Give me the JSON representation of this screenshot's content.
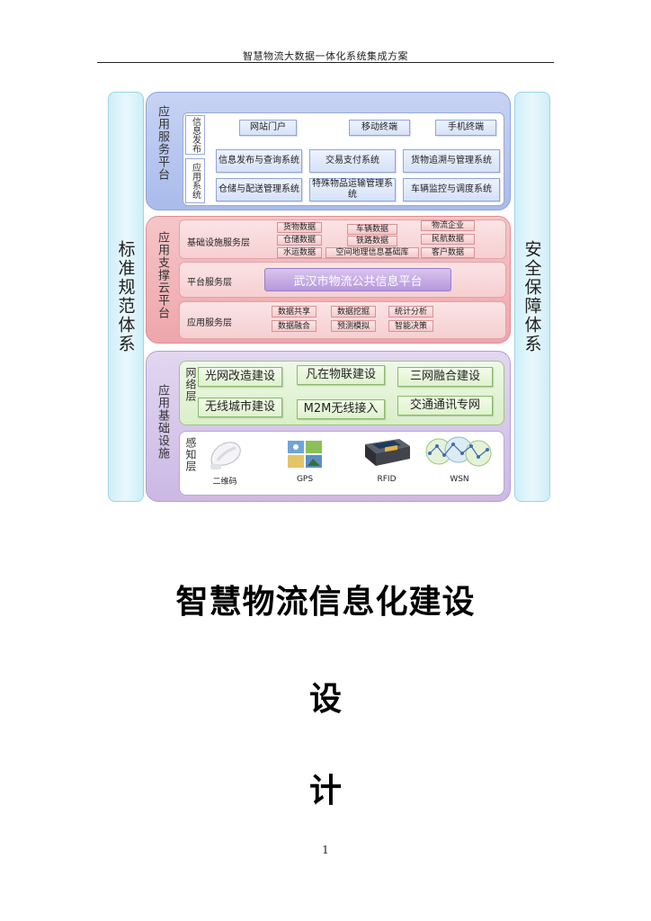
{
  "header": {
    "title": "智慧物流大数据一体化系统集成方案"
  },
  "diagram": {
    "left_column": "标准规范体系",
    "right_column": "安全保障体系",
    "service_layer": {
      "label": "应用服务平台",
      "sub_publish": "信息发布",
      "sub_system": "应用系统",
      "publish_items": [
        "网站门户",
        "移动终端",
        "手机终端"
      ],
      "system_items": [
        "信息发布与查询系统",
        "交易支付系统",
        "货物追溯与管理系统",
        "仓储与配送管理系统",
        "特殊物品运输管理系统",
        "车辆监控与调度系统"
      ]
    },
    "cloud_layer": {
      "label": "应用支撑云平台",
      "infra_row_label": "基础设施服务层",
      "infra_items": [
        "货物数据",
        "车辆数据",
        "物流企业",
        "仓储数据",
        "铁路数据",
        "民航数据",
        "水运数据",
        "空间地理信息基础库",
        "客户数据"
      ],
      "platform_row_label": "平台服务层",
      "platform_name": "武汉市物流公共信息平台",
      "app_row_label": "应用服务层",
      "app_items": [
        "数据共享",
        "数据挖掘",
        "统计分析",
        "数据融合",
        "预测模拟",
        "智能决策"
      ]
    },
    "infra_layer": {
      "label": "应用基础设施",
      "network_label": "网络层",
      "network_items": [
        "光网改造建设",
        "凡在物联建设",
        "三网融合建设",
        "无线城市建设",
        "M2M无线接入",
        "交通通讯专网"
      ],
      "sense_label": "感知层",
      "devices": [
        {
          "icon": "qr-scanner-icon",
          "label": "二维码"
        },
        {
          "icon": "gps-icon",
          "label": "GPS"
        },
        {
          "icon": "rfid-reader-icon",
          "label": "RFID"
        },
        {
          "icon": "wsn-network-icon",
          "label": "WSN"
        }
      ]
    }
  },
  "main_title": "智慧物流信息化建设",
  "char_1": "设",
  "char_2": "计",
  "page_number": "1"
}
